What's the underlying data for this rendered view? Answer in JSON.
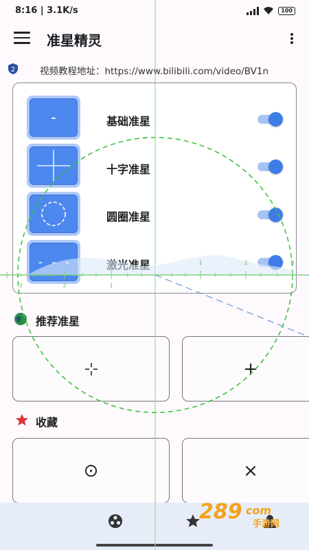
{
  "status_bar": {
    "time_speed": "8:16 | 3.1K/s",
    "battery": "100"
  },
  "app_bar": {
    "title": "准星精灵",
    "menu_icon": "hamburger-menu-icon",
    "more_icon": "more-vertical-icon"
  },
  "tutorial": {
    "icon": "info-badge-icon",
    "text": "视频教程地址：https://www.bilibili.com/video/BV1n"
  },
  "crosshair_panel": {
    "rows": [
      {
        "label": "基础准星",
        "icon": "dash-crosshair-icon",
        "enabled": true
      },
      {
        "label": "十字准星",
        "icon": "cross-crosshair-icon",
        "enabled": true
      },
      {
        "label": "圆圈准星",
        "icon": "circle-crosshair-icon",
        "enabled": true
      },
      {
        "label": "激光准星",
        "icon": "laser-crosshair-icon",
        "enabled": true
      }
    ],
    "basic_symbol": "-",
    "laser_symbol": "- - -"
  },
  "recommended": {
    "title": "推荐准星",
    "icon": "globe-icon",
    "cards": [
      {
        "symbol": "-¦-",
        "icon": "small-cross-crosshair-icon"
      },
      {
        "symbol": "+",
        "icon": "plus-crosshair-icon"
      }
    ]
  },
  "favorites": {
    "title": "收藏",
    "icon": "star-icon",
    "cards": [
      {
        "symbol": "⊙",
        "icon": "dot-circle-crosshair-icon"
      },
      {
        "symbol": "×",
        "icon": "x-crosshair-icon"
      }
    ]
  },
  "bottom_nav": {
    "items": [
      {
        "icon": "crosshair-nav-icon"
      },
      {
        "icon": "star-nav-icon"
      },
      {
        "icon": "person-nav-icon"
      }
    ]
  },
  "overlay": {
    "ruler_labels": [
      "3",
      "2",
      "1",
      "1",
      "2",
      "3"
    ]
  },
  "watermark": {
    "brand": "289",
    "suffix": "com",
    "caption": "手游网"
  },
  "colors": {
    "accent": "#4d88ee",
    "accent_light": "#aec8f8",
    "toggle_knob": "#3d7de8",
    "overlay_green": "#3cc43c",
    "nav_bg": "#e7edf8"
  }
}
